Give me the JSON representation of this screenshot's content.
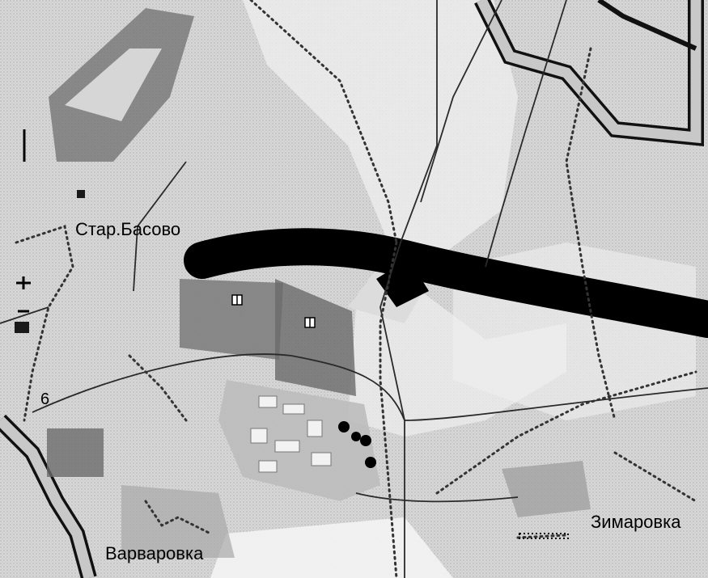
{
  "map": {
    "labels": {
      "star_basovo": "Стар.Басово",
      "varvarovka": "Варваровка",
      "zimarovka": "Зимаровка",
      "number_six": "6"
    }
  }
}
